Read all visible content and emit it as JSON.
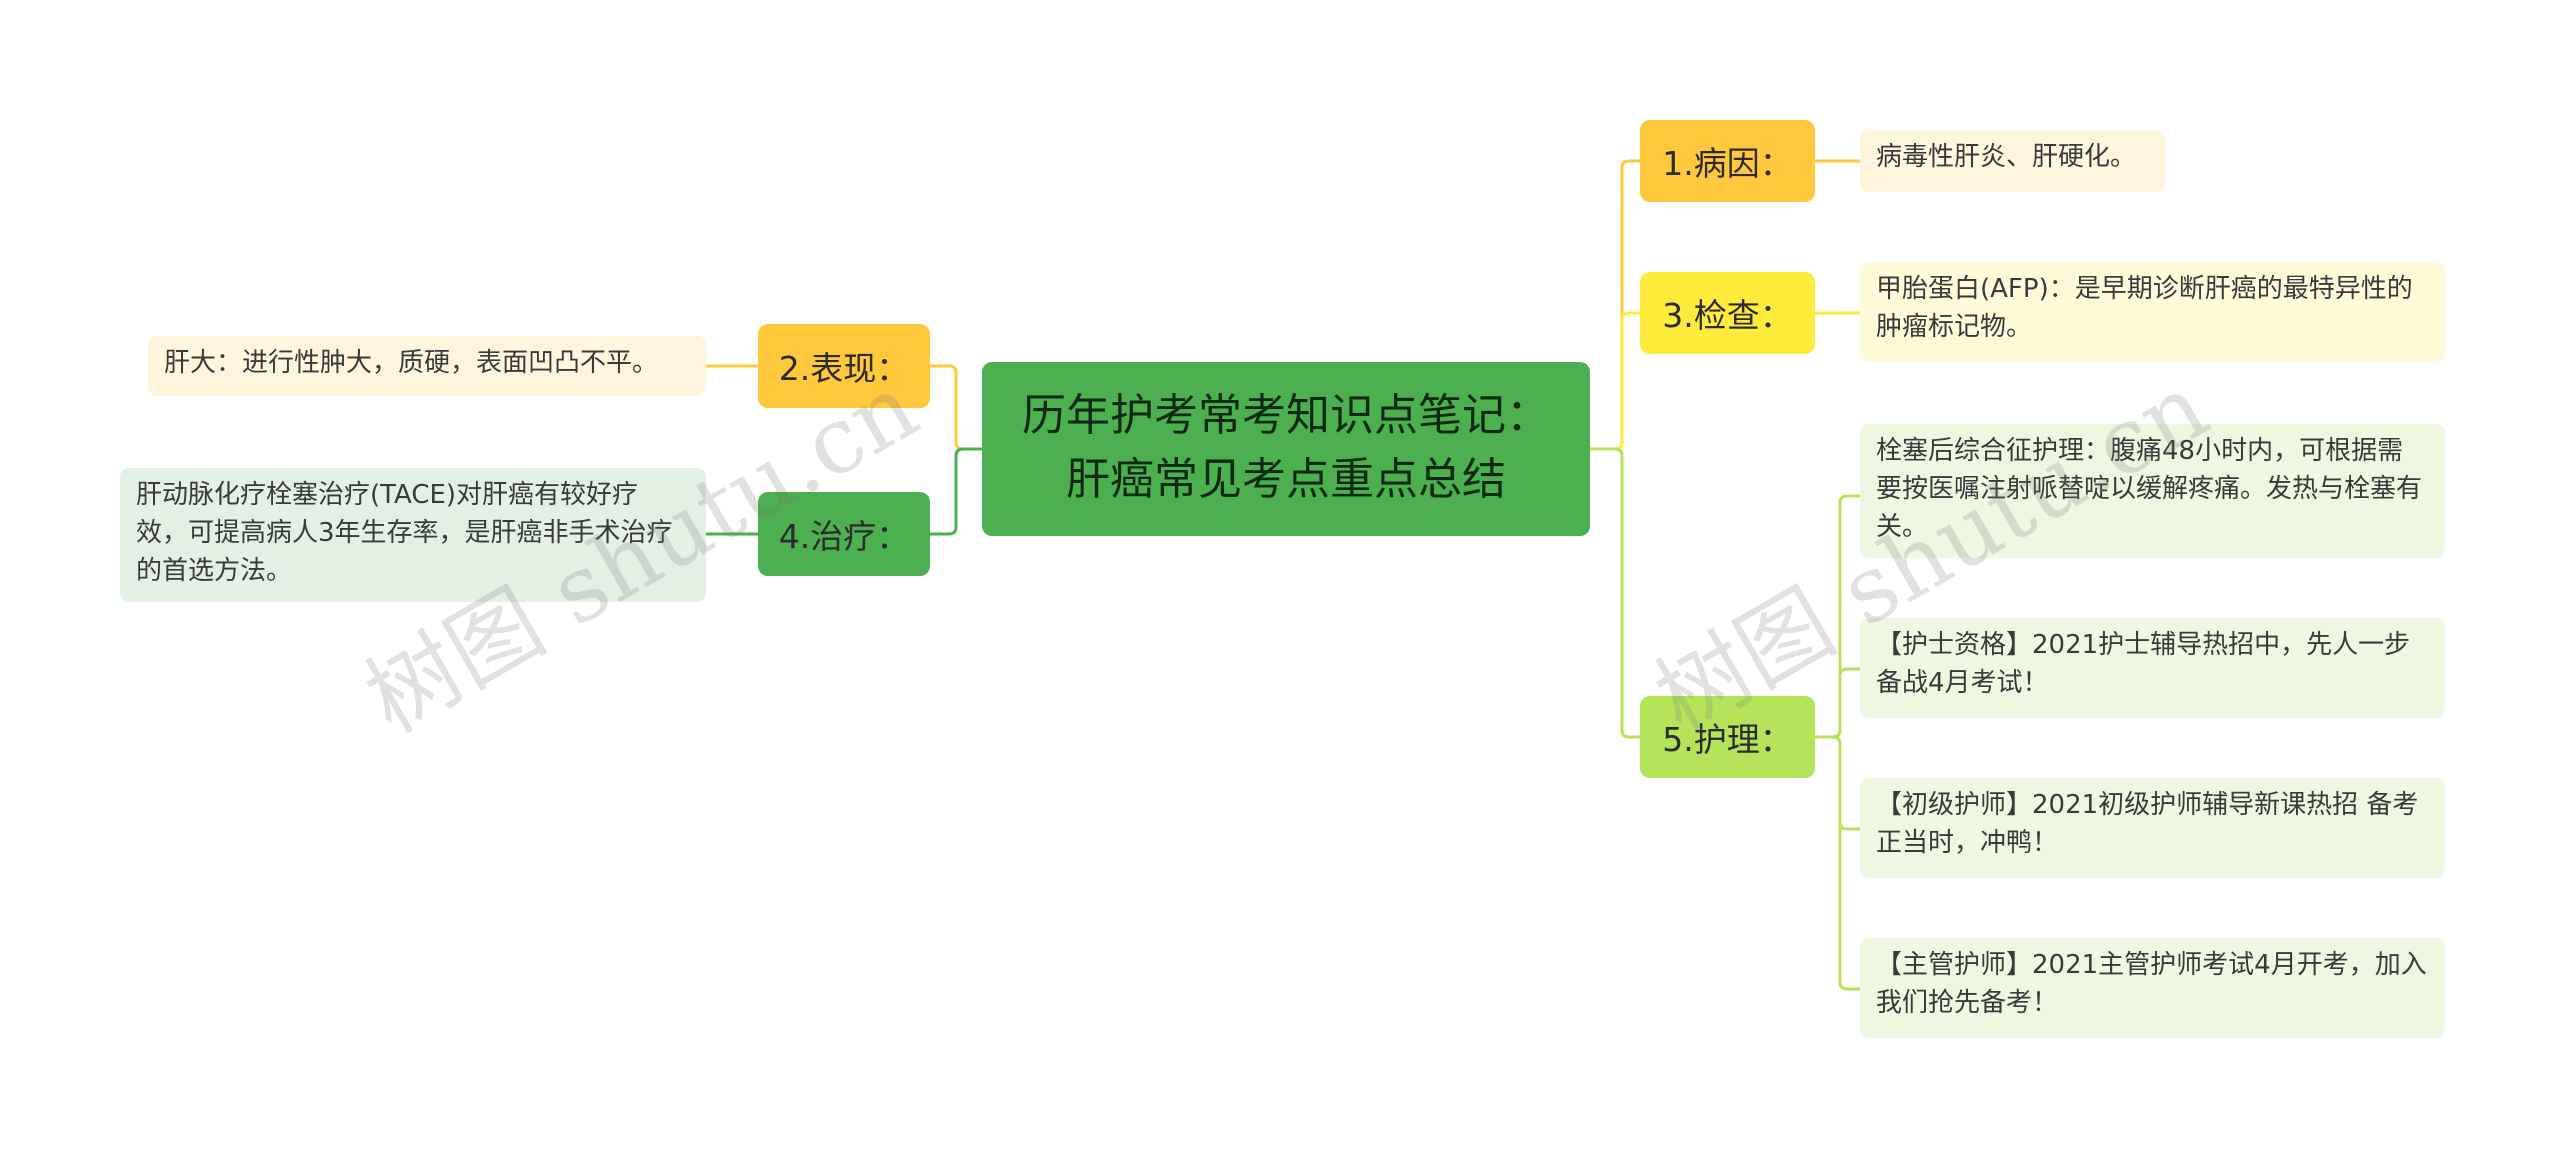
{
  "title": "历年护考常考知识点笔记：肝癌常见考点重点总结",
  "colors": {
    "center": "#4CAF50",
    "orange": "#FFC83D",
    "orange_leaf": "#FFF5DC",
    "yellow": "#FFEB3B",
    "yellow_leaf": "#FFFBD9",
    "lime": "#B5E45A",
    "lime_leaf": "#EEF8E0",
    "green": "#4CAF50",
    "green_leaf": "#E3F1E5"
  },
  "right": {
    "cause": {
      "label": "1.病因：",
      "items": [
        "病毒性肝炎、肝硬化。"
      ]
    },
    "exam": {
      "label": "3.检查：",
      "items": [
        "甲胎蛋白(AFP)：是早期诊断肝癌的最特异性的肿瘤标记物。"
      ]
    },
    "care": {
      "label": "5.护理：",
      "items": [
        "栓塞后综合征护理：腹痛48小时内，可根据需要按医嘱注射哌替啶以缓解疼痛。发热与栓塞有关。",
        "【护士资格】2021护士辅导热招中，先人一步备战4月考试！",
        "【初级护师】2021初级护师辅导新课热招 备考正当时，冲鸭！",
        "【主管护师】2021主管护师考试4月开考，加入我们抢先备考！"
      ]
    }
  },
  "left": {
    "signs": {
      "label": "2.表现：",
      "items": [
        "肝大：进行性肿大，质硬，表面凹凸不平。"
      ]
    },
    "treatment": {
      "label": "4.治疗：",
      "items": [
        "肝动脉化疗栓塞治疗(TACE)对肝癌有较好疗效，可提高病人3年生存率，是肝癌非手术治疗的首选方法。"
      ]
    }
  },
  "watermark": "树图 shutu.cn"
}
